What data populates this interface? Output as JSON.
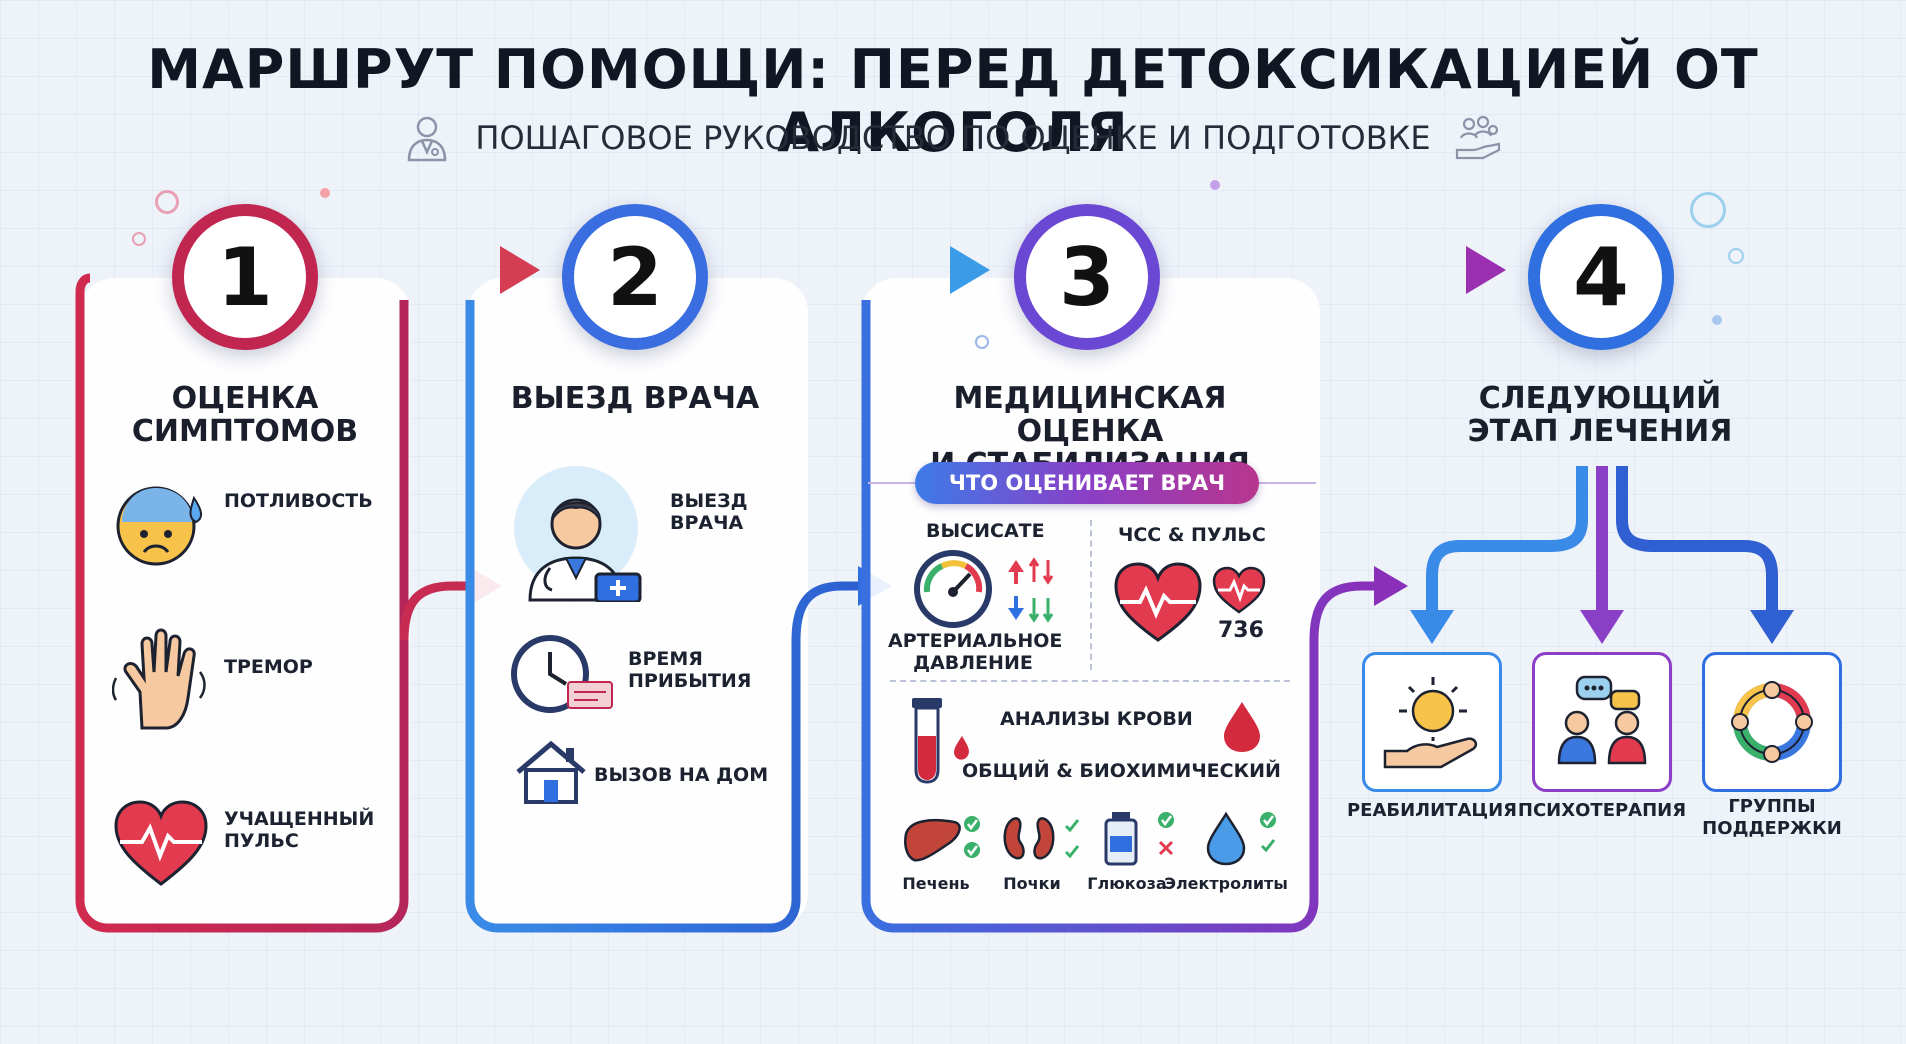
{
  "header": {
    "title": "МАРШРУТ ПОМОЩИ: ПЕРЕД ДЕТОКСИКАЦИЕЙ ОТ АЛКОГОЛЯ",
    "subtitle": "ПОШАГОВОЕ РУКОВОДСТВО ПО ОЦЕНКЕ И ПОДГОТОВКЕ"
  },
  "steps": [
    {
      "number": "1",
      "title_line1": "ОЦЕНКА",
      "title_line2": "СИМПТОМОВ",
      "color": "#c0264f",
      "items": [
        {
          "icon": "sweating-face-icon",
          "line1": "ПОТЛИВОСТЬ",
          "line2": ""
        },
        {
          "icon": "tremor-hand-icon",
          "line1": "ТРЕМОР",
          "line2": ""
        },
        {
          "icon": "heart-pulse-icon",
          "line1": "УЧАЩЕННЫЙ",
          "line2": "ПУЛЬС"
        }
      ]
    },
    {
      "number": "2",
      "title_line1": "ВЫЕЗД ВРАЧА",
      "title_line2": "",
      "color": "#3a78e0",
      "items": [
        {
          "icon": "doctor-icon",
          "line1": "ВЫЕЗД",
          "line2": "ВРАЧА"
        },
        {
          "icon": "clock-icon",
          "line1": "ВРЕМЯ",
          "line2": "ПРИБЫТИЯ"
        },
        {
          "icon": "house-icon",
          "line1": "ВЫЗОВ НА ДОМ",
          "line2": ""
        }
      ]
    },
    {
      "number": "3",
      "title_line1": "МЕДИЦИНСКАЯ ОЦЕНКА",
      "title_line2": "И СТАБИЛИЗАЦИЯ",
      "color": "#5a4fd6",
      "pill": "ЧТО ОЦЕНИВАЕТ ВРАЧ",
      "bp_top": "ВЫСИСАТЕ",
      "bp_line1": "АРТЕРИАЛЬНОЕ",
      "bp_line2": "ДАВЛЕНИЕ",
      "hr_label": "ЧСС & ПУЛЬС",
      "hr_value": "736",
      "blood_line1": "АНАЛИЗЫ КРОВИ",
      "blood_line2": "ОБЩИЙ & БИОХИМИЧЕСКИЙ",
      "organs": [
        "Печень",
        "Почки",
        "Глюкоза",
        "Электролиты"
      ]
    },
    {
      "number": "4",
      "title_line1": "СЛЕДУЮЩИЙ",
      "title_line2": "ЭТАП ЛЕЧЕНИЯ",
      "color": "#2f6fe0",
      "options": [
        {
          "icon": "sun-hand-icon",
          "line1": "РЕАБИЛИТАЦИЯ",
          "line2": "",
          "color": "#3a8ae8"
        },
        {
          "icon": "people-chat-icon",
          "line1": "ПСИХОТЕРАПИЯ",
          "line2": "",
          "color": "#8a3fc6"
        },
        {
          "icon": "hands-circle-icon",
          "line1": "ГРУППЫ",
          "line2": "ПОДДЕРЖКИ",
          "color": "#2f6fe0"
        }
      ]
    }
  ]
}
